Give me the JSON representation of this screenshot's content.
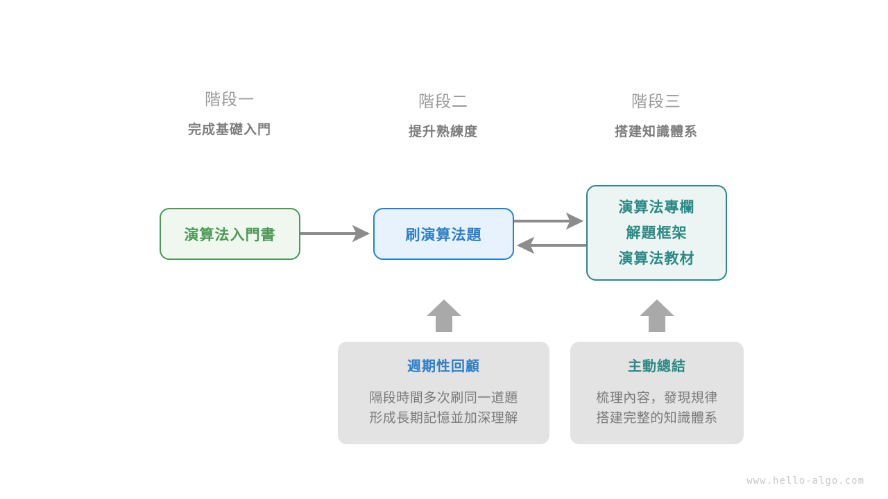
{
  "stages": [
    {
      "title": "階段一",
      "subtitle": "完成基礎入門"
    },
    {
      "title": "階段二",
      "subtitle": "提升熟練度"
    },
    {
      "title": "階段三",
      "subtitle": "搭建知識體系"
    }
  ],
  "boxes": {
    "book": {
      "label": "演算法入門書",
      "color": "#4a9a54",
      "fill": "#eff7ef"
    },
    "practice": {
      "label": "刷演算法題",
      "color": "#2b7fc9",
      "fill": "#e7f2fd"
    },
    "resources": {
      "lines": [
        "演算法專欄",
        "解題框架",
        "演算法教材"
      ],
      "color": "#2b8983",
      "fill": "#ecf5f4"
    }
  },
  "habits": [
    {
      "title": "週期性回顧",
      "title_color": "#2b7fc9",
      "lines": [
        "隔段時間多次刷同一道題",
        "形成長期記憶並加深理解"
      ]
    },
    {
      "title": "主動總結",
      "title_color": "#2b8983",
      "lines": [
        "梳理內容，發現規律",
        "搭建完整的知識體系"
      ]
    }
  ],
  "arrows": {
    "color": "#8c8c8c",
    "book_to_practice": "right",
    "practice_to_resources": "right",
    "resources_to_practice": "left",
    "review_to_practice": "up",
    "summary_to_resources": "up"
  },
  "watermark": "www.hello-algo.com"
}
